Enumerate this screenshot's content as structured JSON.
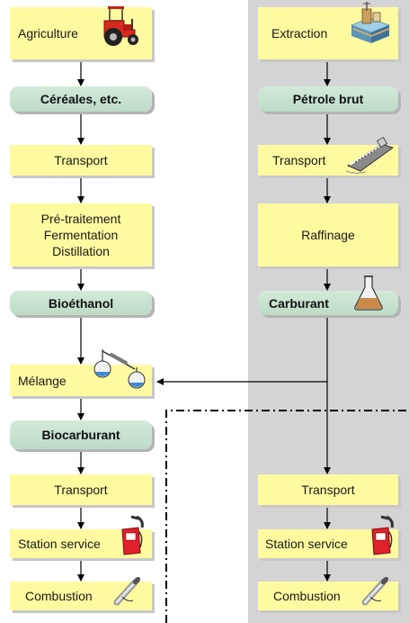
{
  "left_column": {
    "agriculture": "Agriculture",
    "cereales": "Céréales, etc.",
    "transport": "Transport",
    "pretraitement": [
      "Pré-traitement",
      "Fermentation",
      "Distillation"
    ],
    "bioethanol": "Bioéthanol",
    "melange": "Mélange",
    "biocarburant": "Biocarburant",
    "transport2": "Transport",
    "station": "Station service",
    "combustion": "Combustion"
  },
  "right_column": {
    "extraction": "Extraction",
    "petrole": "Pétrole brut",
    "transport": "Transport",
    "raffinage": "Raffinage",
    "carburant": "Carburant",
    "transport2": "Transport",
    "station": "Station service",
    "combustion": "Combustion"
  },
  "icons": [
    "tractor-icon",
    "oil-rig-icon",
    "tanker-ship-icon",
    "flask-icon",
    "distillation-apparatus-icon",
    "fuel-pump-icon",
    "exhaust-pipe-icon"
  ],
  "colors": {
    "box_fill": "#fffaa0",
    "pill_fill": "#c8e4cf",
    "panel_grey": "#d4d4d4"
  }
}
